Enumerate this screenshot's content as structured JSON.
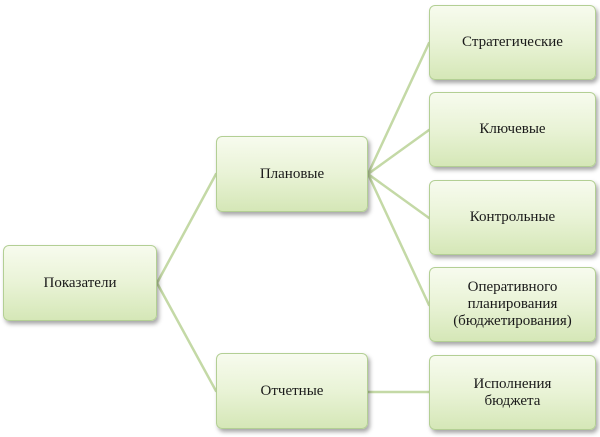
{
  "diagram": {
    "root": {
      "label": "Показатели"
    },
    "branches": [
      {
        "label": "Плановые",
        "children": [
          {
            "label": "Стратегические"
          },
          {
            "label": "Ключевые"
          },
          {
            "label": "Контрольные"
          },
          {
            "label": "Оперативного\nпланирования\n(бюджетирования)"
          }
        ]
      },
      {
        "label": "Отчетные",
        "children": [
          {
            "label": "Исполнения\nбюджета"
          }
        ]
      }
    ]
  },
  "colors": {
    "connector": "#c4d9a6",
    "box_border": "#b3cf94",
    "box_fill_top": "#f7fbee",
    "box_fill_bottom": "#d5e7b7",
    "text": "#1a1a1a"
  }
}
